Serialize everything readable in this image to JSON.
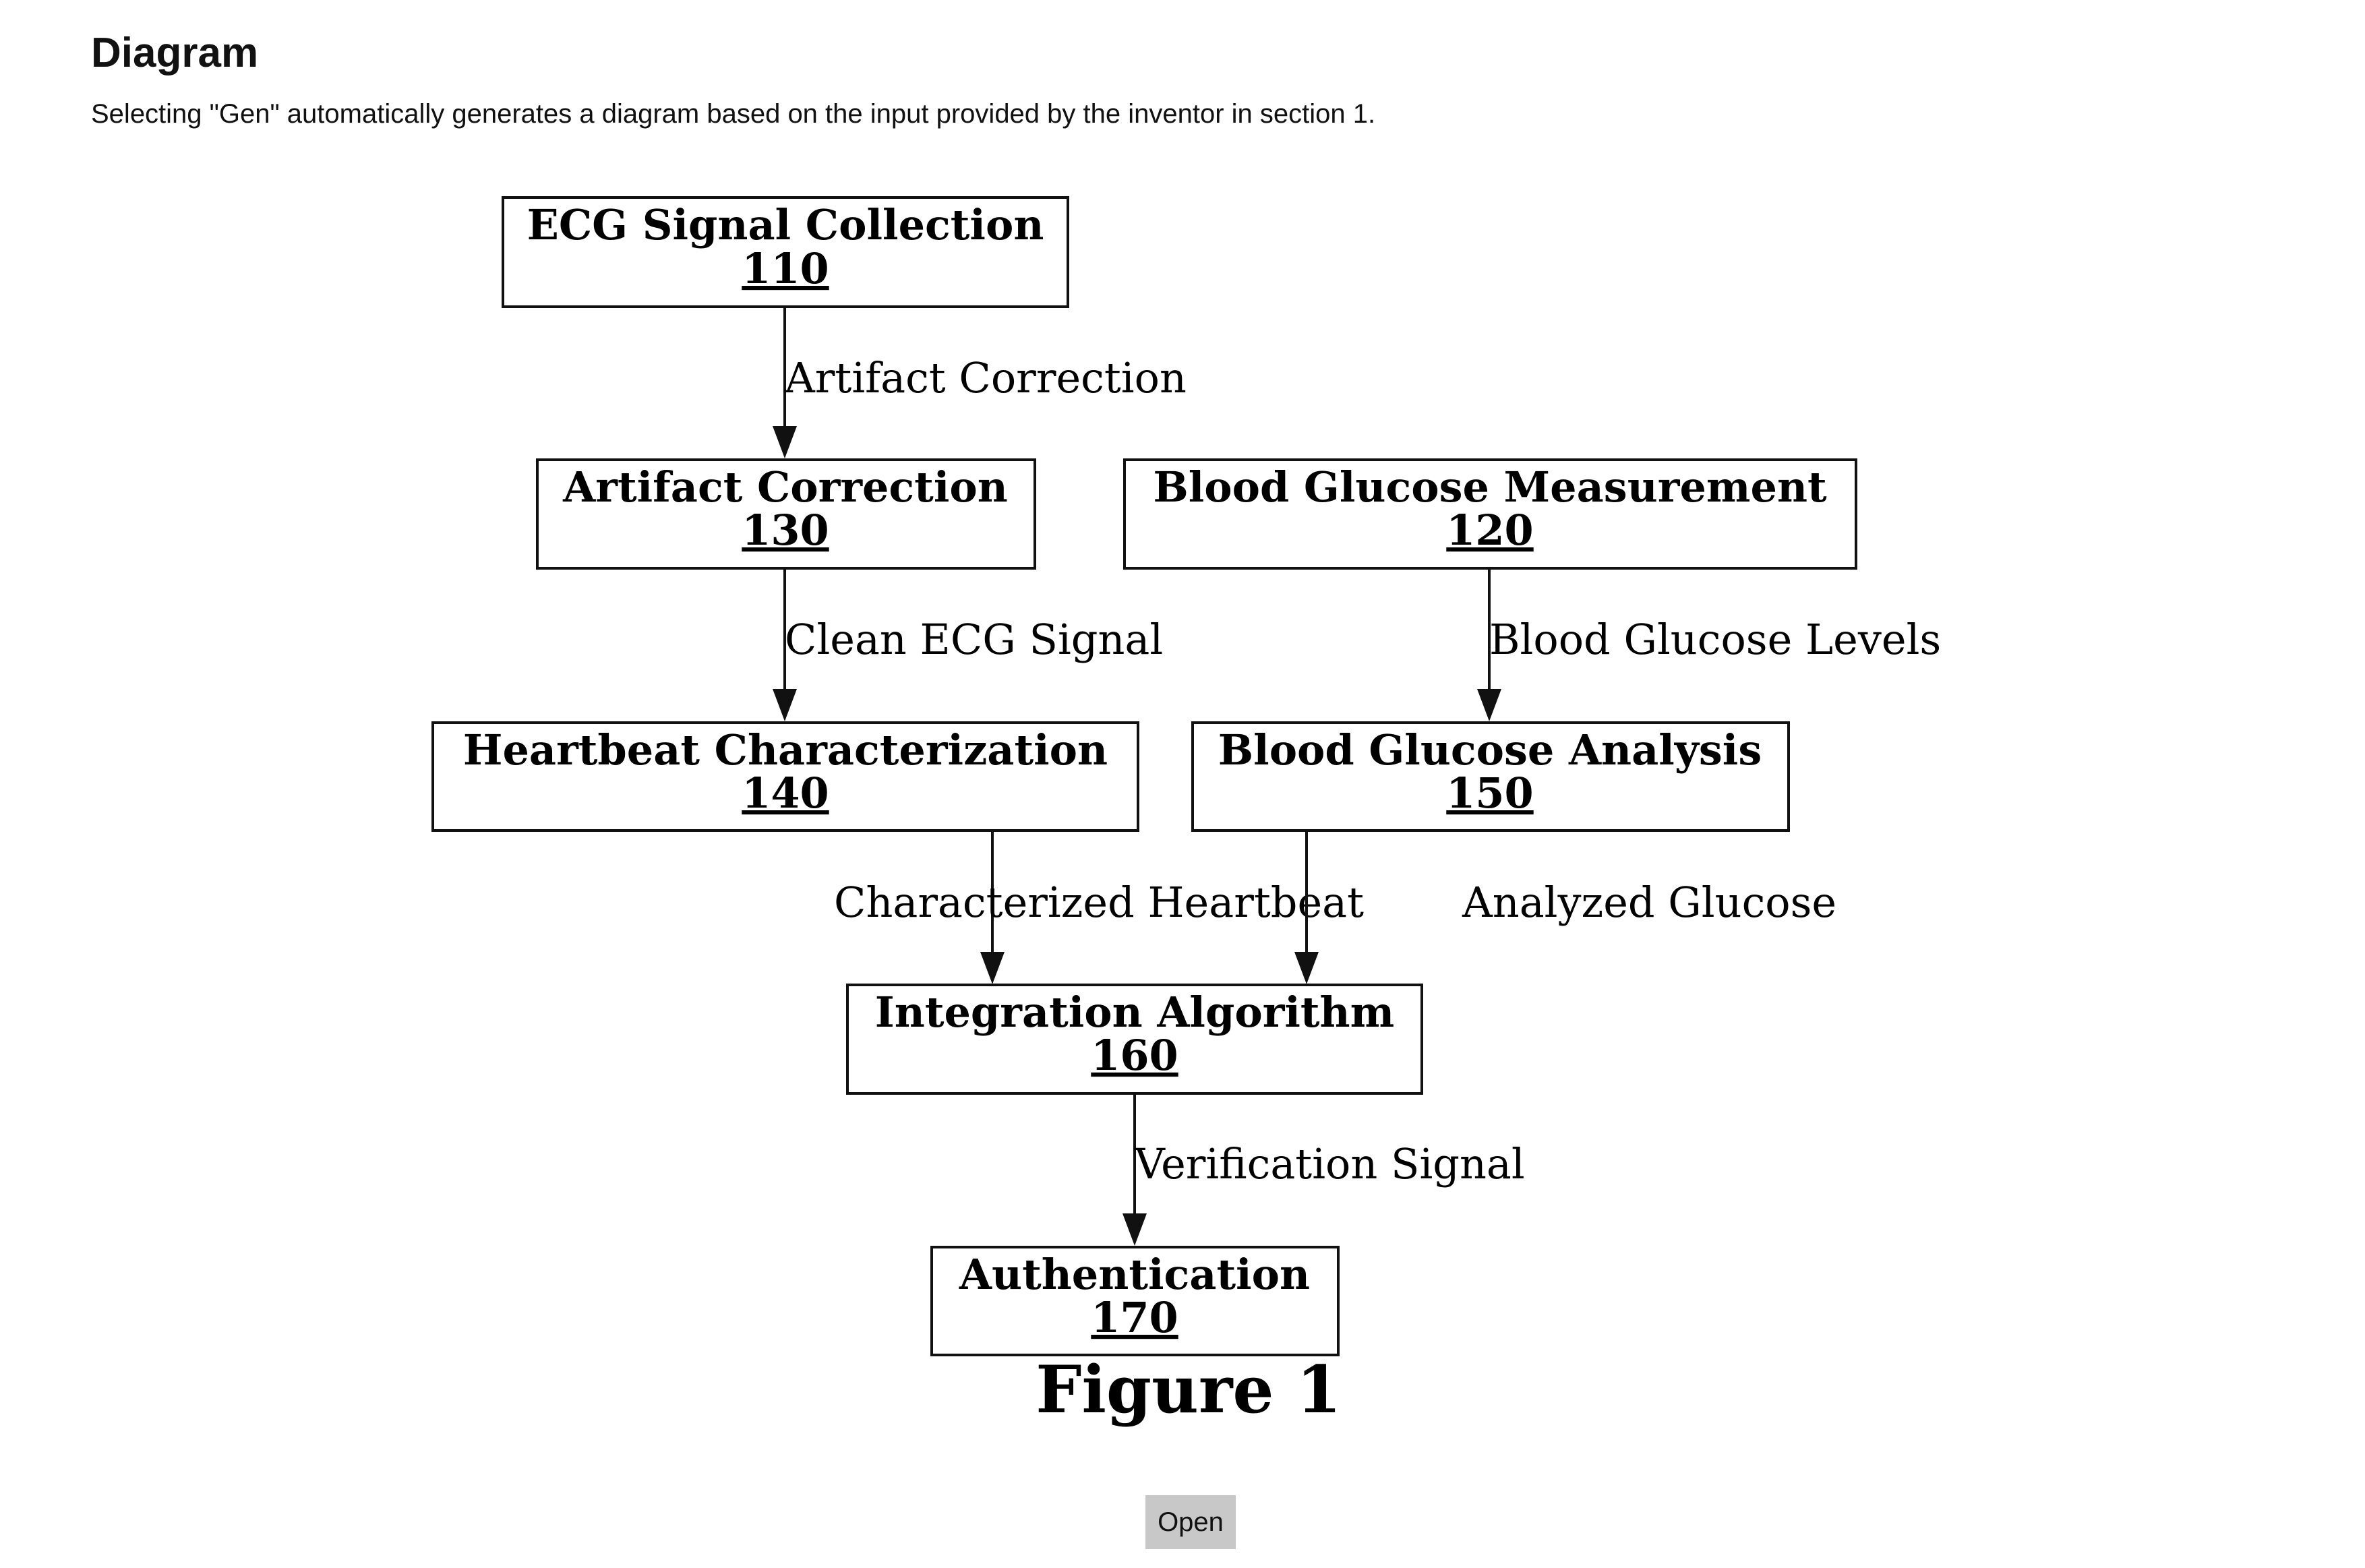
{
  "header": {
    "title": "Diagram",
    "description": "Selecting \"Gen\" automatically generates a diagram based on the input provided by the inventor in section 1."
  },
  "diagram": {
    "nodes": {
      "ecg_signal_collection": {
        "label": "ECG Signal Collection",
        "number": "110"
      },
      "blood_glucose_measurement": {
        "label": "Blood Glucose Measurement",
        "number": "120"
      },
      "artifact_correction": {
        "label": "Artifact Correction",
        "number": "130"
      },
      "heartbeat_characterization": {
        "label": "Heartbeat Characterization",
        "number": "140"
      },
      "blood_glucose_analysis": {
        "label": "Blood Glucose Analysis",
        "number": "150"
      },
      "integration_algorithm": {
        "label": "Integration Algorithm",
        "number": "160"
      },
      "authentication": {
        "label": "Authentication",
        "number": "170"
      }
    },
    "edges": {
      "e110_130": {
        "from": "110",
        "to": "130",
        "label": "Artifact Correction"
      },
      "e130_140": {
        "from": "130",
        "to": "140",
        "label": "Clean ECG Signal"
      },
      "e120_150": {
        "from": "120",
        "to": "150",
        "label": "Blood Glucose Levels"
      },
      "e140_160": {
        "from": "140",
        "to": "160",
        "label": "Characterized Heartbeat"
      },
      "e150_160": {
        "from": "150",
        "to": "160",
        "label": "Analyzed Glucose"
      },
      "e160_170": {
        "from": "160",
        "to": "170",
        "label": "Verification Signal"
      }
    },
    "figure_label": "Figure 1"
  },
  "actions": {
    "open_label": "Open"
  }
}
